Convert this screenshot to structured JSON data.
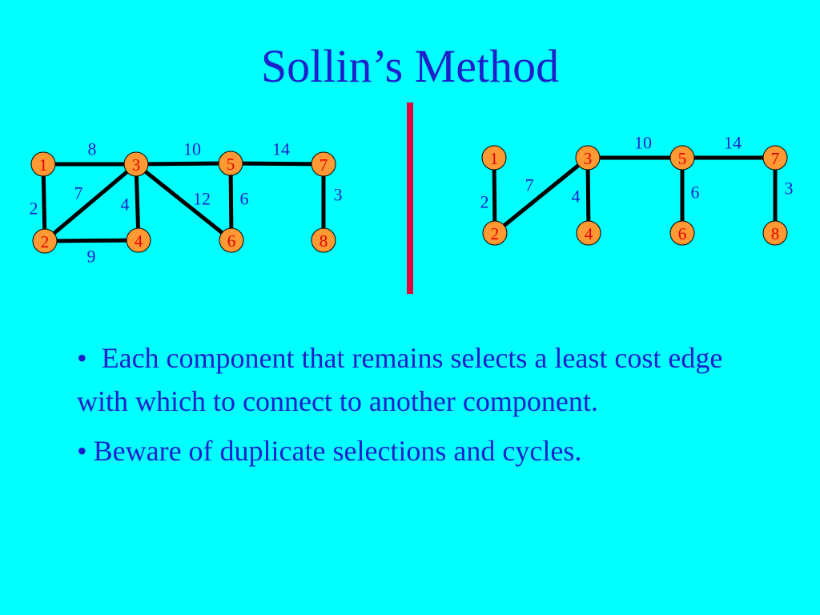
{
  "slide": {
    "title": "Sollin’s Method",
    "bullets": [
      "Each component that remains selects a least cost edge with which to connect to another component.",
      "Beware of duplicate selections and cycles."
    ],
    "bullet_mark": "•"
  },
  "colors": {
    "background": "#00FFFF",
    "title_text": "#1F1FCC",
    "node_fill": "#FF9933",
    "node_text": "#E00000",
    "edge": "#000000",
    "weight_text": "#1F1FCC",
    "divider": "#E8003C"
  },
  "graphs": {
    "original": {
      "nodes": [
        "1",
        "2",
        "3",
        "4",
        "5",
        "6",
        "7",
        "8"
      ],
      "edges": [
        {
          "from": "1",
          "to": "3",
          "weight": "8"
        },
        {
          "from": "3",
          "to": "5",
          "weight": "10"
        },
        {
          "from": "5",
          "to": "7",
          "weight": "14"
        },
        {
          "from": "1",
          "to": "2",
          "weight": "2"
        },
        {
          "from": "2",
          "to": "3",
          "weight": "7"
        },
        {
          "from": "3",
          "to": "4",
          "weight": "4"
        },
        {
          "from": "3",
          "to": "6",
          "weight": "12"
        },
        {
          "from": "5",
          "to": "6",
          "weight": "6"
        },
        {
          "from": "7",
          "to": "8",
          "weight": "3"
        },
        {
          "from": "2",
          "to": "4",
          "weight": "9"
        }
      ]
    },
    "spanning_tree": {
      "nodes": [
        "1",
        "2",
        "3",
        "4",
        "5",
        "6",
        "7",
        "8"
      ],
      "edges": [
        {
          "from": "3",
          "to": "5",
          "weight": "10"
        },
        {
          "from": "5",
          "to": "7",
          "weight": "14"
        },
        {
          "from": "1",
          "to": "2",
          "weight": "2"
        },
        {
          "from": "2",
          "to": "3",
          "weight": "7"
        },
        {
          "from": "3",
          "to": "4",
          "weight": "4"
        },
        {
          "from": "5",
          "to": "6",
          "weight": "6"
        },
        {
          "from": "7",
          "to": "8",
          "weight": "3"
        }
      ]
    }
  }
}
